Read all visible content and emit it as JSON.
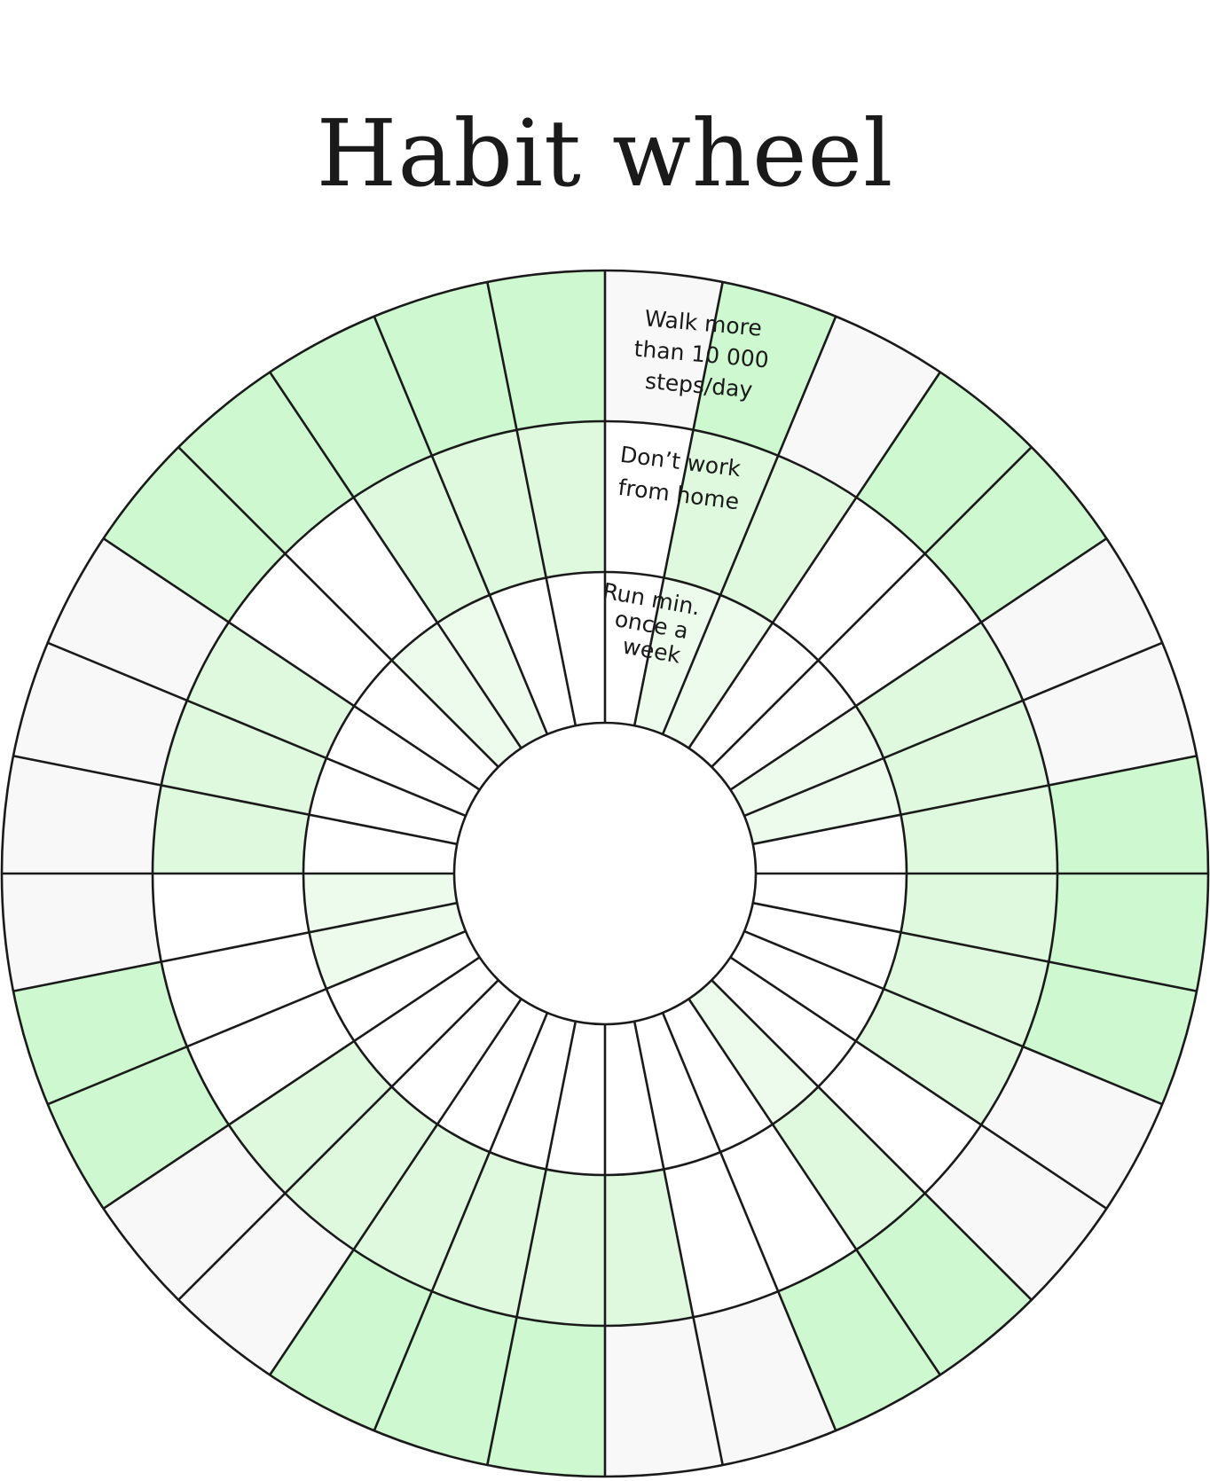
{
  "title": "Habit wheel",
  "segments": 32,
  "colors": {
    "white": "#ffffff",
    "gray": "#f8f8f8",
    "light_green": "#dff9df",
    "mid_green": "#cef8cf",
    "pale_green": "#edfbed",
    "stroke": "#1a1a1a"
  },
  "rings": [
    {
      "name": "Run min. once a week",
      "label_lines": [
        "Run min.",
        "once a",
        "week"
      ],
      "fills": [
        "white",
        "pale_green",
        "pale_green",
        "white",
        "white",
        "pale_green",
        "pale_green",
        "white",
        "white",
        "white",
        "white",
        "white",
        "pale_green",
        "white",
        "white",
        "white",
        "white",
        "white",
        "white",
        "white",
        "white",
        "white",
        "pale_green",
        "pale_green",
        "white",
        "white",
        "white",
        "white",
        "pale_green",
        "pale_green",
        "white",
        "white"
      ]
    },
    {
      "name": "Don't work from home",
      "label_lines": [
        "Don’t work",
        "from home"
      ],
      "fills": [
        "white",
        "light_green",
        "light_green",
        "white",
        "white",
        "light_green",
        "light_green",
        "light_green",
        "light_green",
        "light_green",
        "light_green",
        "white",
        "light_green",
        "white",
        "white",
        "light_green",
        "light_green",
        "light_green",
        "light_green",
        "light_green",
        "light_green",
        "white",
        "white",
        "white",
        "light_green",
        "light_green",
        "light_green",
        "white",
        "white",
        "light_green",
        "light_green",
        "light_green"
      ]
    },
    {
      "name": "Walk more than 10 000 steps/day",
      "label_lines": [
        "Walk more",
        "than 10 000",
        "steps/day"
      ],
      "fills": [
        "gray",
        "mid_green",
        "gray",
        "mid_green",
        "mid_green",
        "gray",
        "gray",
        "mid_green",
        "mid_green",
        "mid_green",
        "gray",
        "gray",
        "mid_green",
        "mid_green",
        "gray",
        "gray",
        "mid_green",
        "mid_green",
        "mid_green",
        "gray",
        "gray",
        "mid_green",
        "mid_green",
        "gray",
        "gray",
        "gray",
        "gray",
        "mid_green",
        "mid_green",
        "mid_green",
        "mid_green",
        "mid_green"
      ]
    }
  ]
}
